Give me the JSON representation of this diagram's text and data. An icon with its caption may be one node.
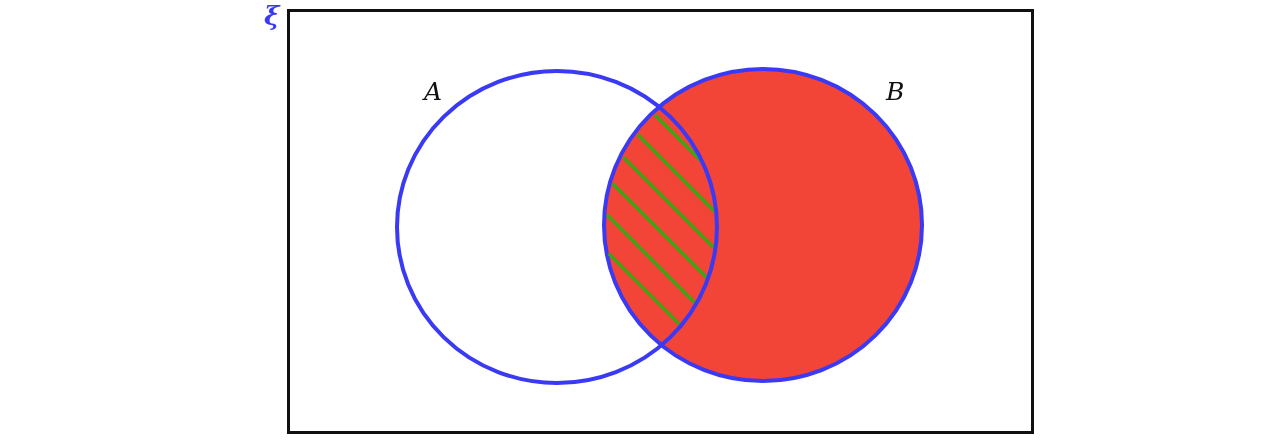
{
  "diagram": {
    "nodes": [
      {
        "text": [
          "ξ"
        ]
      },
      {
        "text": [
          "A"
        ],
        "in": 0
      },
      {
        "text": [
          "B"
        ],
        "in": 0
      }
    ]
  }
}
